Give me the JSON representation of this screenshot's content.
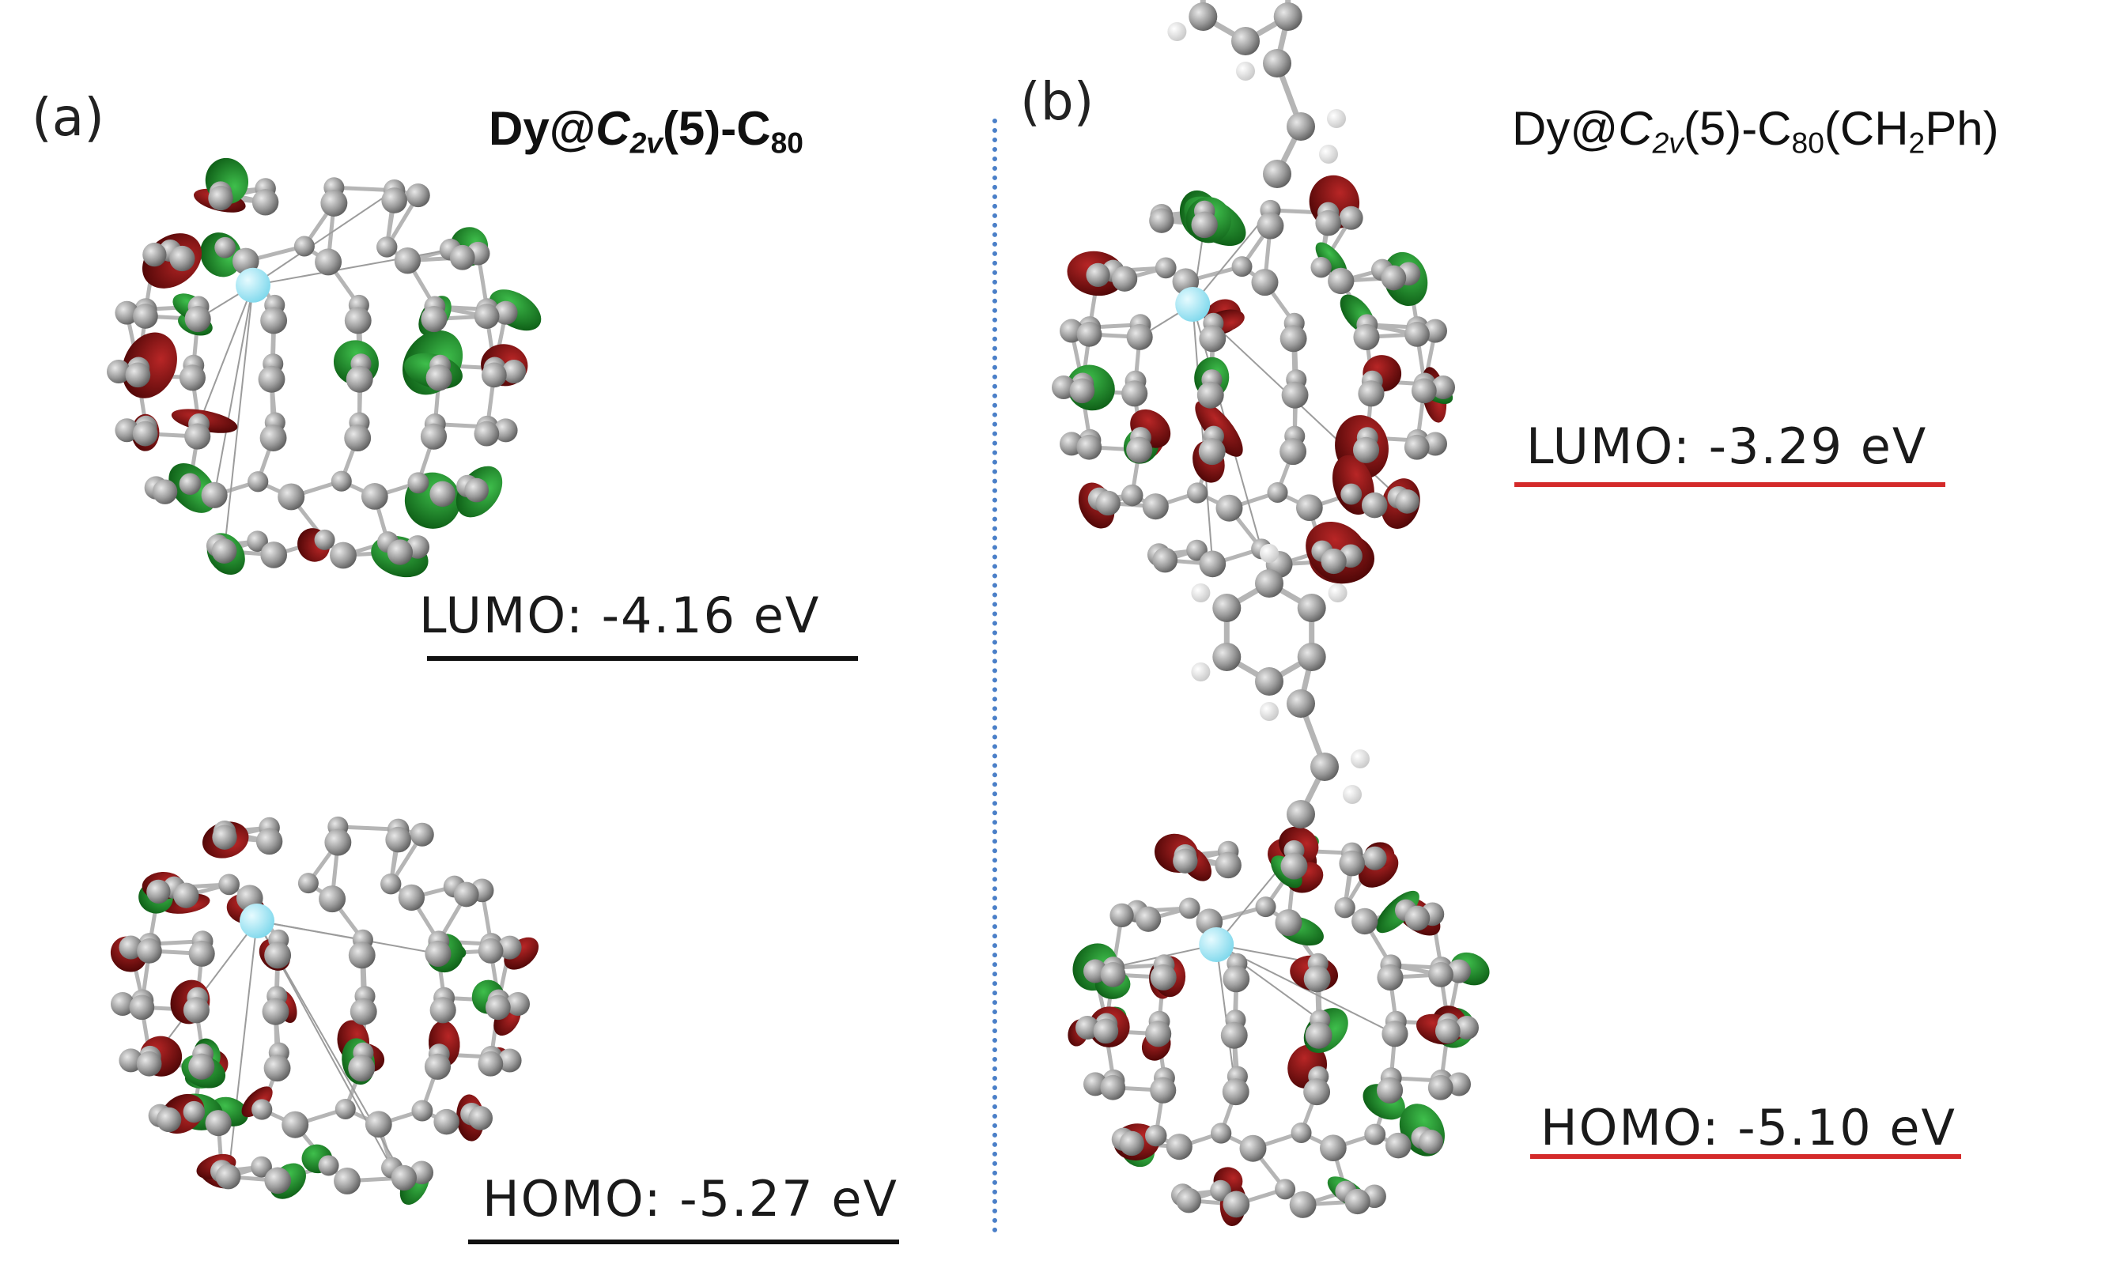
{
  "panel_a": {
    "label": "(a)",
    "title": {
      "prefix": "Dy@",
      "sym_main": "C",
      "sym_sub": "2v",
      "mid": "(5)-C",
      "count_sub": "80",
      "suffix": ""
    },
    "lumo": {
      "text": "LUMO: -4.16 eV",
      "bar_color": "#111111"
    },
    "homo": {
      "text": "HOMO: -5.27 eV",
      "bar_color": "#111111"
    }
  },
  "panel_b": {
    "label": "(b)",
    "title": {
      "prefix": "Dy@",
      "sym_main": "C",
      "sym_sub": "2v",
      "mid": "(5)-C",
      "count_sub": "80",
      "suffix": "(CH",
      "h_sub": "2",
      "suffix2": "Ph)"
    },
    "lumo": {
      "text": "LUMO: -3.29 eV",
      "bar_color": "#d42a2a"
    },
    "homo": {
      "text": "HOMO: -5.10 eV",
      "bar_color": "#d42a2a"
    }
  },
  "colors": {
    "carbon": "#9a9a9a",
    "dysprosium": "#7fd8ec",
    "hydrogen": "#f0f0f0",
    "lobe_positive": "#1e8a2a",
    "lobe_negative": "#8b1010",
    "divider": "#4a7fc8"
  }
}
